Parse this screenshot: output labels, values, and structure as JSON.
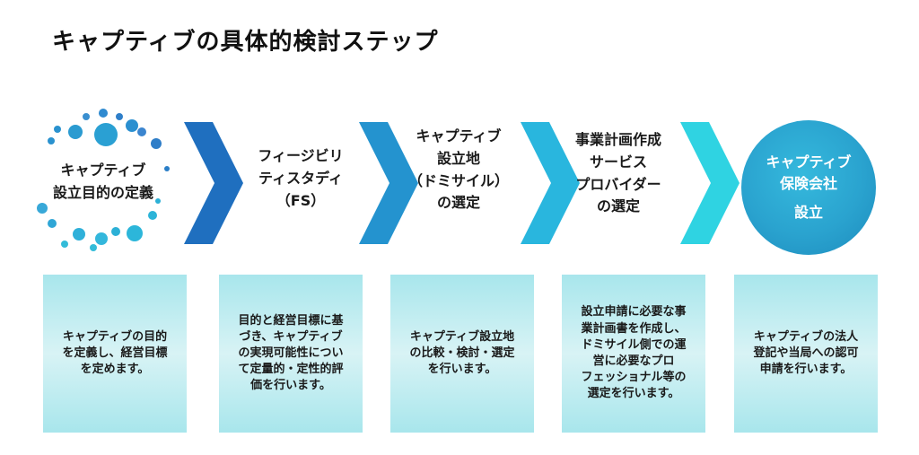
{
  "title": "キャプティブの具体的検討ステップ",
  "colors": {
    "arrow_dark": "#1f6fbf",
    "arrow_mid": "#2493cf",
    "arrow_light": "#29b6de",
    "arrow_cyan": "#2fd3e2",
    "circle": "#2aa3cf",
    "card": "#a8e6ec"
  },
  "steps": [
    {
      "lines": [
        "キャプティブ",
        "設立目的の定義"
      ]
    },
    {
      "lines": [
        "フィージビリ",
        "ティスタディ",
        "（FS）"
      ]
    },
    {
      "lines": [
        "キャプティブ",
        "設立地",
        "（ドミサイル）",
        "の選定"
      ]
    },
    {
      "lines": [
        "事業計画作成",
        "サービス",
        "プロバイダー",
        "の選定"
      ]
    },
    {
      "lines": [
        "キャプティブ",
        "保険会社",
        "設立"
      ]
    }
  ],
  "cards": [
    {
      "lines": [
        "キャプティブの目的",
        "を定義し、経営目標",
        "を定めます。"
      ]
    },
    {
      "lines": [
        "目的と経営目標に基",
        "づき、キャプティブ",
        "の実現可能性につい",
        "て定量的・定性的評",
        "価を行います。"
      ]
    },
    {
      "lines": [
        "キャプティブ設立地",
        "の比較・検討・選定",
        "を行います。"
      ]
    },
    {
      "lines": [
        "設立申請に必要な事",
        "業計画書を作成し、",
        "ドミサイル側での運",
        "営に必要なプロ",
        "フェッショナル等の",
        "選定を行います。"
      ]
    },
    {
      "lines": [
        "キャプティブの法人",
        "登記や当局への認可",
        "申請を行います。"
      ]
    }
  ]
}
